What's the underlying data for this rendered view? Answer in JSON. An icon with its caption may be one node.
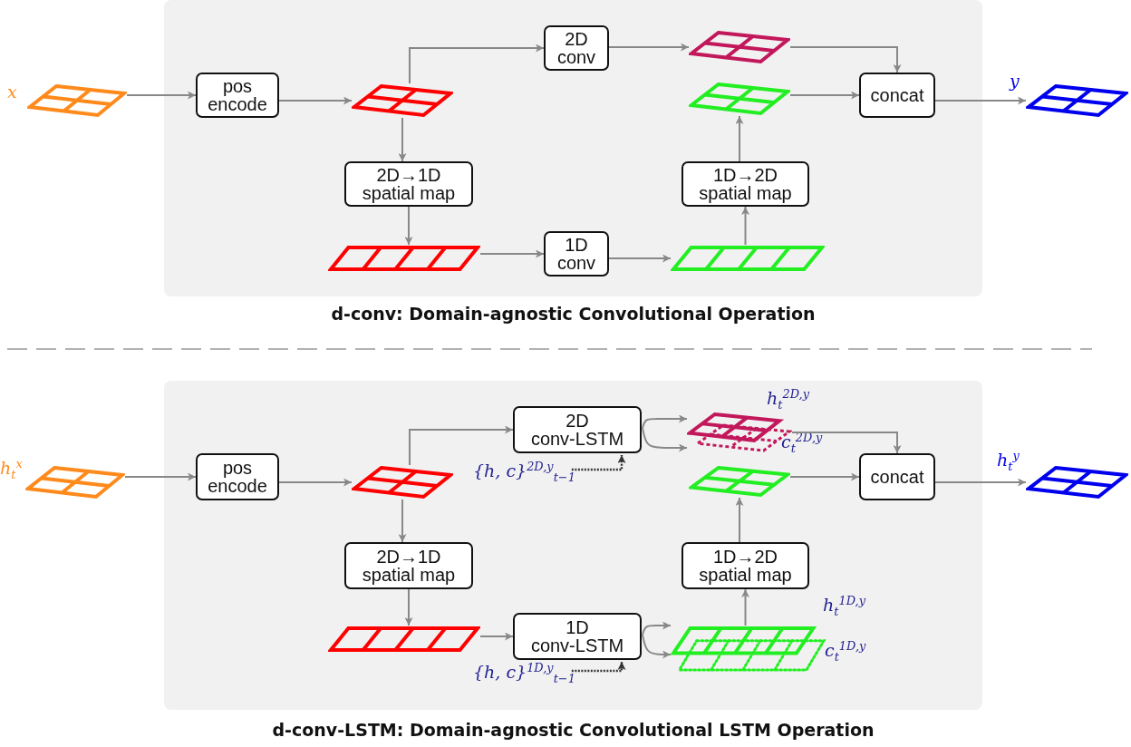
{
  "diagram": {
    "nodes": [
      {
        "text": [
          "d-conv: Domain-agnostic Convolutional Operation"
        ]
      },
      {
        "text": [],
        "shape": "grid",
        "beside": [
          "x"
        ]
      },
      {
        "text": [
          "pos encode"
        ],
        "in": 0
      },
      {
        "text": [],
        "shape": "grid",
        "in": 0
      },
      {
        "text": [
          "2D conv"
        ],
        "in": 0
      },
      {
        "text": [],
        "shape": "grid",
        "in": 0
      },
      {
        "text": [
          "2D→1D spatial map"
        ],
        "in": 0
      },
      {
        "text": [],
        "shape": "grid",
        "in": 0
      },
      {
        "text": [
          "1D conv"
        ],
        "in": 0
      },
      {
        "text": [],
        "shape": "grid",
        "in": 0
      },
      {
        "text": [
          "1D→2D spatial map"
        ],
        "in": 0
      },
      {
        "text": [],
        "shape": "grid",
        "in": 0
      },
      {
        "text": [
          "concat"
        ],
        "in": 0
      },
      {
        "text": [],
        "shape": "grid",
        "beside": [
          "y"
        ]
      },
      {
        "text": [
          "d-conv-LSTM: Domain-agnostic Convolutional LSTM Operation"
        ]
      },
      {
        "text": [],
        "shape": "grid",
        "beside": [
          "h$_{t}$$^{x}$"
        ]
      },
      {
        "text": [
          "pos encode"
        ],
        "in": 14
      },
      {
        "text": [],
        "shape": "grid",
        "in": 14
      },
      {
        "text": [
          "2D conv-LSTM"
        ],
        "in": 14
      },
      {
        "text": [],
        "shape": "grid",
        "in": 14,
        "beside": [
          "h$_{t}$$^{2D,y}$",
          "c$_{t}$$^{2D,y}$"
        ]
      },
      {
        "text": [
          "{h, c}$^{2D,y}$$_{t−1}$"
        ],
        "in": 14
      },
      {
        "text": [],
        "shape": "grid",
        "in": 14
      },
      {
        "text": [
          "concat"
        ],
        "in": 14
      },
      {
        "text": [],
        "shape": "grid",
        "beside": [
          "h$_{t}$$^{y}$"
        ]
      },
      {
        "text": [
          "2D→1D spatial map"
        ],
        "in": 14
      },
      {
        "text": [],
        "shape": "grid",
        "in": 14
      },
      {
        "text": [
          "1D conv-LSTM"
        ],
        "in": 14
      },
      {
        "text": [],
        "shape": "grid",
        "in": 14,
        "beside": [
          "h$_{t}$$^{1D,y}$",
          "c$_{t}$$^{1D,y}$"
        ]
      },
      {
        "text": [
          "{h, c}$^{1D,y}$$_{t−1}$"
        ],
        "in": 14
      },
      {
        "text": [
          "1D→2D spatial map"
        ],
        "in": 14
      }
    ],
    "edges": [
      {
        "from": 1,
        "to": 2,
        "arrow": "to"
      },
      {
        "from": 2,
        "to": 3,
        "arrow": "to"
      },
      {
        "from": 3,
        "to": 4,
        "arrow": "to"
      },
      {
        "from": 4,
        "to": 5,
        "arrow": "to"
      },
      {
        "from": 5,
        "to": 12,
        "arrow": "to"
      },
      {
        "from": 3,
        "to": 6,
        "arrow": "to"
      },
      {
        "from": 6,
        "to": 7,
        "arrow": "to"
      },
      {
        "from": 7,
        "to": 8,
        "arrow": "to"
      },
      {
        "from": 8,
        "to": 9,
        "arrow": "to"
      },
      {
        "from": 9,
        "to": 10,
        "arrow": "to"
      },
      {
        "from": 10,
        "to": 11,
        "arrow": "to"
      },
      {
        "from": 11,
        "to": 12,
        "arrow": "to"
      },
      {
        "from": 12,
        "to": 13,
        "arrow": "to"
      },
      {
        "from": 15,
        "to": 16,
        "arrow": "to"
      },
      {
        "from": 16,
        "to": 17,
        "arrow": "to"
      },
      {
        "from": 17,
        "to": 18,
        "arrow": "to"
      },
      {
        "from": 17,
        "to": 24,
        "arrow": "to"
      },
      {
        "from": 18,
        "to": 19,
        "arrow": "to"
      },
      {
        "from": 18,
        "to": 19,
        "arrow": "to"
      },
      {
        "from": 20,
        "to": 18,
        "arrow": "to",
        "style": "dashed",
        "color": "#333333"
      },
      {
        "from": 19,
        "to": 22,
        "arrow": "to"
      },
      {
        "from": 21,
        "to": 22,
        "arrow": "to"
      },
      {
        "from": 22,
        "to": 23,
        "arrow": "to"
      },
      {
        "from": 24,
        "to": 25,
        "arrow": "to"
      },
      {
        "from": 25,
        "to": 26,
        "arrow": "to"
      },
      {
        "from": 26,
        "to": 27,
        "arrow": "to"
      },
      {
        "from": 26,
        "to": 27,
        "arrow": "to"
      },
      {
        "from": 28,
        "to": 26,
        "arrow": "to",
        "style": "dashed",
        "color": "#333333"
      },
      {
        "from": 27,
        "to": 29,
        "arrow": "to"
      },
      {
        "from": 29,
        "to": 21,
        "arrow": "to"
      }
    ]
  }
}
